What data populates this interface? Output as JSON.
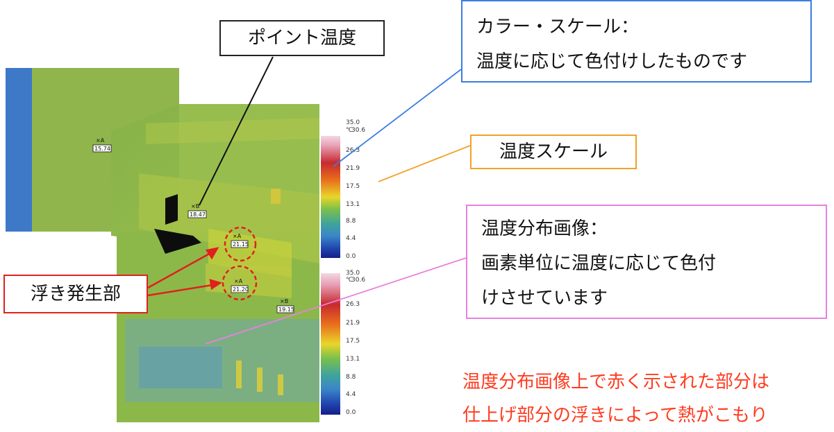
{
  "callouts": {
    "point_temp": "ポイント温度",
    "color_scale_line1": "カラー・スケール：",
    "color_scale_line2": "温度に応じて色付けしたものです",
    "temp_scale": "温度スケール",
    "dist_image_line1": "温度分布画像：",
    "dist_image_line2": "画素単位に温度に応じて色付",
    "dist_image_line3": "けさせています",
    "uki": "浮き発生部"
  },
  "note": {
    "line1": "温度分布画像上で赤く示された部分は",
    "line2": "仕上げ部分の浮きによって熱がこもり"
  },
  "scale_top": {
    "unit": "℃",
    "ticks": [
      "35.0",
      "30.6",
      "26.3",
      "21.9",
      "17.5",
      "13.1",
      "8.8",
      "4.4",
      "0.0"
    ]
  },
  "scale_bottom": {
    "unit": "℃",
    "ticks": [
      "35.0",
      "30.6",
      "26.3",
      "21.9",
      "17.5",
      "13.1",
      "8.8",
      "4.4",
      "0.0"
    ]
  },
  "points": {
    "p1_marker": "×A",
    "p1_value": "15.74",
    "p2_marker": "×B",
    "p2_value": "18.47",
    "p3_marker": "×A",
    "p3_value": "21.15",
    "p4_marker": "×A",
    "p4_value": "21.20",
    "p5_marker": "×B",
    "p5_value": "19.15"
  },
  "colors": {
    "point_border": "#222222",
    "color_scale_border": "#3a7de0",
    "temp_scale_border": "#f2a128",
    "dist_image_border": "#e87fe0",
    "uki_border": "#e0201c",
    "note_text": "#ff3b1f"
  }
}
